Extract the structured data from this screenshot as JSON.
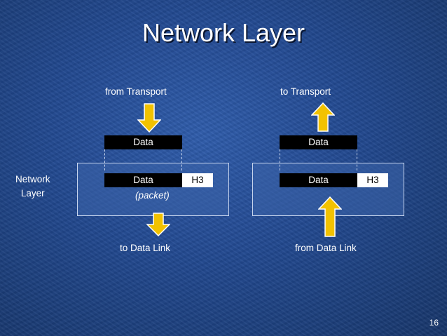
{
  "slide": {
    "title": "Network Layer",
    "side_label": "Network\nLayer",
    "page_number": "16"
  },
  "left_diagram": {
    "top_label": "from Transport",
    "data_label": "Data",
    "header_label": "H3",
    "packet_label": "(packet)",
    "bottom_label": "to Data Link"
  },
  "right_diagram": {
    "top_label": "to Transport",
    "data_label": "Data",
    "header_label": "H3",
    "bottom_label": "from Data Link"
  },
  "colors": {
    "arrow_fill": "#f2c200",
    "arrow_stroke": "#ffffff",
    "data_cell": "#000000",
    "header_cell": "#ffffff"
  }
}
